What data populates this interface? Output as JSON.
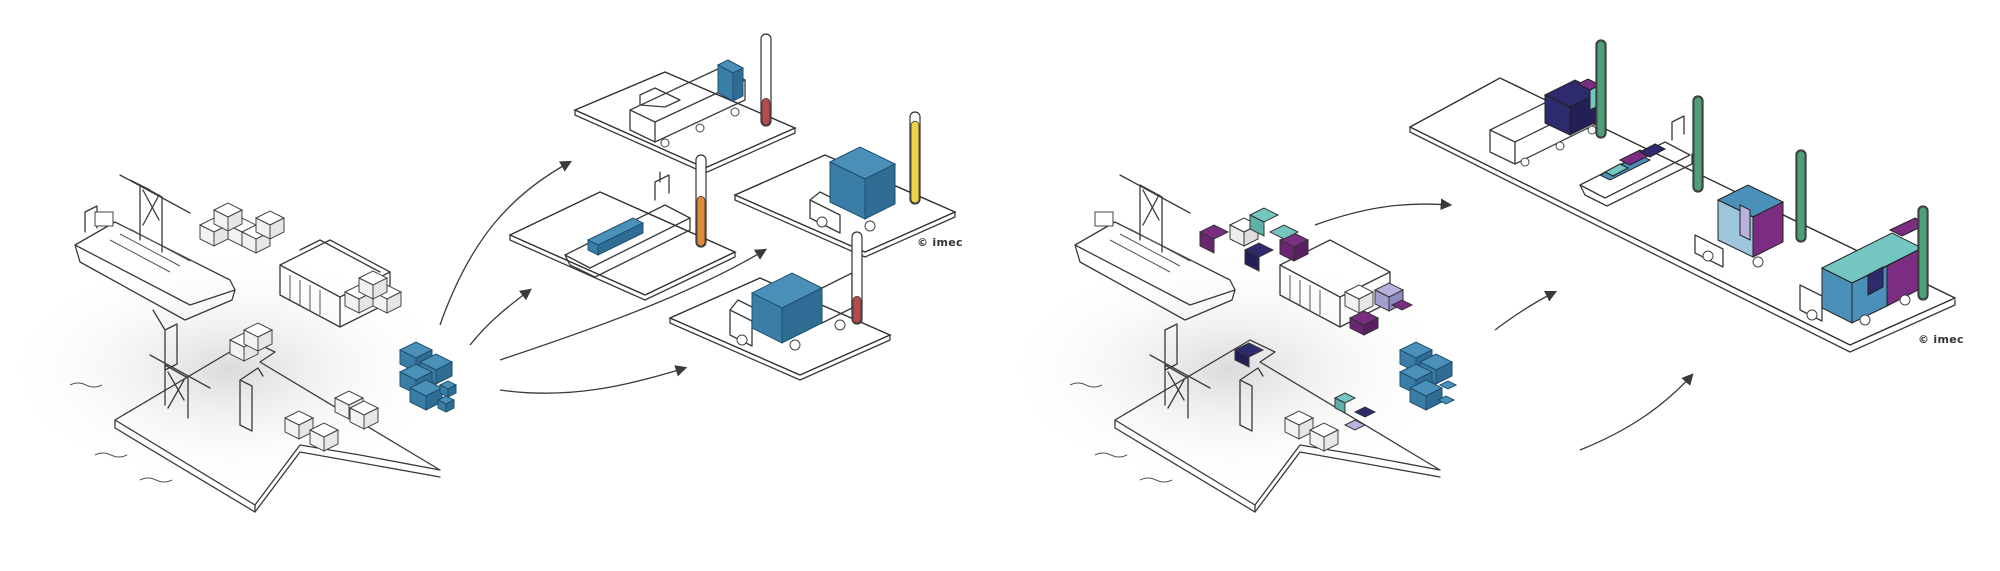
{
  "credits": {
    "left": "© imec",
    "right": "© imec"
  },
  "colors": {
    "blue": "#4a90b8",
    "blue_light": "#9cc6dc",
    "teal": "#74c7c0",
    "navy": "#2d2a6e",
    "purple": "#7b2d82",
    "lavender": "#b8b3dd",
    "red": "#b74a4a",
    "orange": "#e08a3a",
    "yellow": "#ecd24a",
    "green": "#4fa07a",
    "line": "#3a3a3a"
  },
  "left_scene": {
    "destinations": [
      {
        "vehicle": "train",
        "gauge_level": 0.3,
        "gauge_color": "red"
      },
      {
        "vehicle": "ship",
        "gauge_level": 0.55,
        "gauge_color": "orange"
      },
      {
        "vehicle": "van",
        "gauge_level": 0.9,
        "gauge_color": "yellow"
      },
      {
        "vehicle": "truck",
        "gauge_level": 0.3,
        "gauge_color": "red"
      }
    ]
  },
  "right_scene": {
    "destinations": [
      {
        "vehicle": "train",
        "gauge_level": 1.0,
        "gauge_color": "green"
      },
      {
        "vehicle": "ship",
        "gauge_level": 1.0,
        "gauge_color": "green"
      },
      {
        "vehicle": "van",
        "gauge_level": 1.0,
        "gauge_color": "green"
      },
      {
        "vehicle": "truck",
        "gauge_level": 1.0,
        "gauge_color": "green"
      }
    ]
  }
}
